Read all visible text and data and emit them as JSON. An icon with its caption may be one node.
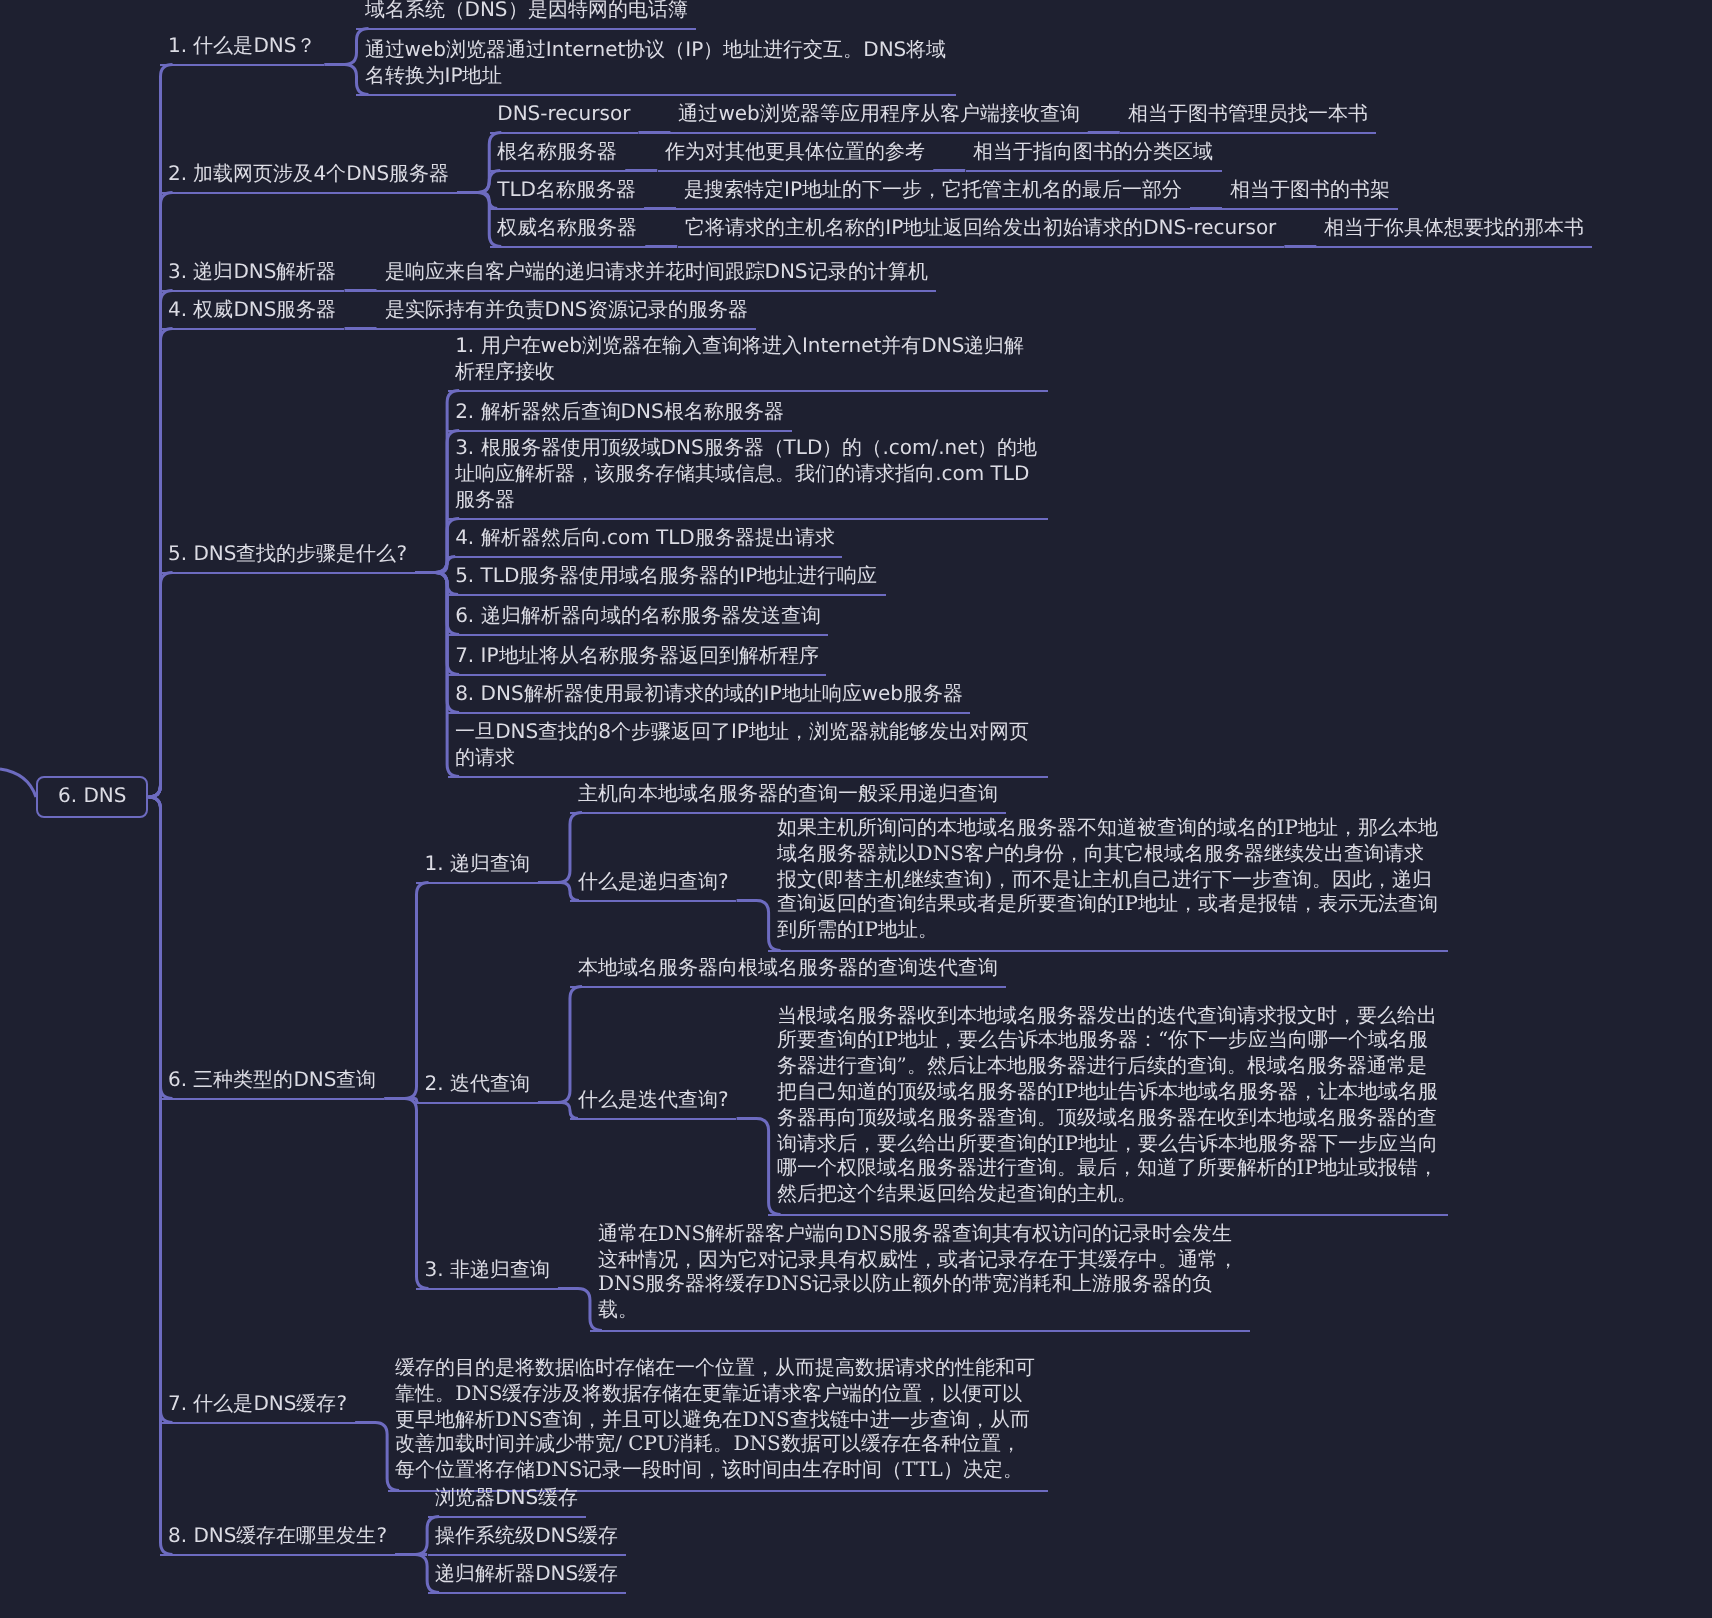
{
  "diagram": {
    "nodes": [
      {
        "text": [
          "6. DNS"
        ]
      },
      {
        "text": [
          "1. 什么是DNS？"
        ]
      },
      {
        "text": [
          "域名系统（DNS）是因特网的电话簿"
        ]
      },
      {
        "text": [
          "通过web浏览器通过Internet协议（IP）地址进行交互。DNS将域名转换为IP地址"
        ]
      },
      {
        "text": [
          "2. 加载网页涉及4个DNS服务器"
        ]
      },
      {
        "text": [
          "DNS-recursor"
        ]
      },
      {
        "text": [
          "通过web浏览器等应用程序从客户端接收查询"
        ]
      },
      {
        "text": [
          "相当于图书管理员找一本书"
        ]
      },
      {
        "text": [
          "根名称服务器"
        ]
      },
      {
        "text": [
          "作为对其他更具体位置的参考"
        ]
      },
      {
        "text": [
          "相当于指向图书的分类区域"
        ]
      },
      {
        "text": [
          "TLD名称服务器"
        ]
      },
      {
        "text": [
          "是搜索特定IP地址的下一步，它托管主机名的最后一部分"
        ]
      },
      {
        "text": [
          "相当于图书的书架"
        ]
      },
      {
        "text": [
          "权威名称服务器"
        ]
      },
      {
        "text": [
          "它将请求的主机名称的IP地址返回给发出初始请求的DNS-recursor"
        ]
      },
      {
        "text": [
          "相当于你具体想要找的那本书"
        ]
      },
      {
        "text": [
          "3. 递归DNS解析器"
        ]
      },
      {
        "text": [
          "是响应来自客户端的递归请求并花时间跟踪DNS记录的计算机"
        ]
      },
      {
        "text": [
          "4. 权威DNS服务器"
        ]
      },
      {
        "text": [
          "是实际持有并负责DNS资源记录的服务器"
        ]
      },
      {
        "text": [
          "5. DNS查找的步骤是什么?"
        ]
      },
      {
        "text": [
          "1. 用户在web浏览器在输入查询将进入Internet并有DNS递归解析程序接收"
        ]
      },
      {
        "text": [
          "2. 解析器然后查询DNS根名称服务器"
        ]
      },
      {
        "text": [
          "3. 根服务器使用顶级域DNS服务器（TLD）的（.com/.net）的地址响应解析器，该服务存储其域信息。我们的请求指向.com TLD服务器"
        ]
      },
      {
        "text": [
          "4. 解析器然后向.com TLD服务器提出请求"
        ]
      },
      {
        "text": [
          "5. TLD服务器使用域名服务器的IP地址进行响应"
        ]
      },
      {
        "text": [
          "6. 递归解析器向域的名称服务器发送查询"
        ]
      },
      {
        "text": [
          "7. IP地址将从名称服务器返回到解析程序"
        ]
      },
      {
        "text": [
          "8. DNS解析器使用最初请求的域的IP地址响应web服务器"
        ]
      },
      {
        "text": [
          "一旦DNS查找的8个步骤返回了IP地址，浏览器就能够发出对网页的请求"
        ]
      },
      {
        "text": [
          "6. 三种类型的DNS查询"
        ]
      },
      {
        "text": [
          "1. 递归查询"
        ]
      },
      {
        "text": [
          "主机向本地域名服务器的查询一般采用递归查询"
        ]
      },
      {
        "text": [
          "什么是递归查询?"
        ]
      },
      {
        "text": [
          "如果主机所询问的本地域名服务器不知道被查询的域名的IP地址，那么本地域名服务器就以DNS客户的身份，向其它根域名服务器继续发出查询请求报文(即替主机继续查询)，而不是让主机自己进行下一步查询。因此，递归查询返回的查询结果或者是所要查询的IP地址，或者是报错，表示无法查询到所需的IP地址。"
        ]
      },
      {
        "text": [
          "2. 迭代查询"
        ]
      },
      {
        "text": [
          "本地域名服务器向根域名服务器的查询迭代查询"
        ]
      },
      {
        "text": [
          "什么是迭代查询?"
        ]
      },
      {
        "text": [
          "当根域名服务器收到本地域名服务器发出的迭代查询请求报文时，要么给出所要查询的IP地址，要么告诉本地服务器：“你下一步应当向哪一个域名服务器进行查询”。然后让本地服务器进行后续的查询。根域名服务器通常是把自己知道的顶级域名服务器的IP地址告诉本地域名服务器，让本地域名服务器再向顶级域名服务器查询。顶级域名服务器在收到本地域名服务器的查询请求后，要么给出所要查询的IP地址，要么告诉本地服务器下一步应当向哪一个权限域名服务器进行查询。最后，知道了所要解析的IP地址或报错，然后把这个结果返回给发起查询的主机。"
        ]
      },
      {
        "text": [
          "3. 非递归查询"
        ]
      },
      {
        "text": [
          "通常在DNS解析器客户端向DNS服务器查询其有权访问的记录时会发生这种情况，因为它对记录具有权威性，或者记录存在于其缓存中。通常，DNS服务器将缓存DNS记录以防止额外的带宽消耗和上游服务器的负载。"
        ]
      },
      {
        "text": [
          "7. 什么是DNS缓存?"
        ]
      },
      {
        "text": [
          "缓存的目的是将数据临时存储在一个位置，从而提高数据请求的性能和可靠性。DNS缓存涉及将数据存储在更靠近请求客户端的位置，以便可以更早地解析DNS查询，并且可以避免在DNS查找链中进一步查询，从而改善加载时间并减少带宽/ CPU消耗。DNS数据可以缓存在各种位置，每个位置将存储DNS记录一段时间，该时间由生存时间（TTL）决定。"
        ]
      },
      {
        "text": [
          "8. DNS缓存在哪里发生?"
        ]
      },
      {
        "text": [
          "浏览器DNS缓存"
        ]
      },
      {
        "text": [
          "操作系统级DNS缓存"
        ]
      },
      {
        "text": [
          "递归解析器DNS缓存"
        ]
      }
    ],
    "edges": [
      {
        "from": null,
        "to": 0,
        "arrow": "none"
      },
      {
        "from": 0,
        "to": 1,
        "arrow": "none"
      },
      {
        "from": 1,
        "to": 2,
        "arrow": "none"
      },
      {
        "from": 1,
        "to": 3,
        "arrow": "none"
      },
      {
        "from": 0,
        "to": 4,
        "arrow": "none"
      },
      {
        "from": 4,
        "to": 5,
        "arrow": "none"
      },
      {
        "from": 5,
        "to": 6,
        "arrow": "none"
      },
      {
        "from": 6,
        "to": 7,
        "arrow": "none"
      },
      {
        "from": 4,
        "to": 8,
        "arrow": "none"
      },
      {
        "from": 8,
        "to": 9,
        "arrow": "none"
      },
      {
        "from": 9,
        "to": 10,
        "arrow": "none"
      },
      {
        "from": 4,
        "to": 11,
        "arrow": "none"
      },
      {
        "from": 11,
        "to": 12,
        "arrow": "none"
      },
      {
        "from": 12,
        "to": 13,
        "arrow": "none"
      },
      {
        "from": 4,
        "to": 14,
        "arrow": "none"
      },
      {
        "from": 14,
        "to": 15,
        "arrow": "none"
      },
      {
        "from": 15,
        "to": 16,
        "arrow": "none"
      },
      {
        "from": 0,
        "to": 17,
        "arrow": "none"
      },
      {
        "from": 17,
        "to": 18,
        "arrow": "none"
      },
      {
        "from": 0,
        "to": 19,
        "arrow": "none"
      },
      {
        "from": 19,
        "to": 20,
        "arrow": "none"
      },
      {
        "from": 0,
        "to": 21,
        "arrow": "none"
      },
      {
        "from": 21,
        "to": 22,
        "arrow": "none"
      },
      {
        "from": 21,
        "to": 23,
        "arrow": "none"
      },
      {
        "from": 21,
        "to": 24,
        "arrow": "none"
      },
      {
        "from": 21,
        "to": 25,
        "arrow": "none"
      },
      {
        "from": 21,
        "to": 26,
        "arrow": "none"
      },
      {
        "from": 21,
        "to": 27,
        "arrow": "none"
      },
      {
        "from": 21,
        "to": 28,
        "arrow": "none"
      },
      {
        "from": 21,
        "to": 29,
        "arrow": "none"
      },
      {
        "from": 21,
        "to": 30,
        "arrow": "none"
      },
      {
        "from": 0,
        "to": 31,
        "arrow": "none"
      },
      {
        "from": 31,
        "to": 32,
        "arrow": "none"
      },
      {
        "from": 32,
        "to": 33,
        "arrow": "none"
      },
      {
        "from": 32,
        "to": 34,
        "arrow": "none"
      },
      {
        "from": 34,
        "to": 35,
        "arrow": "none"
      },
      {
        "from": 31,
        "to": 36,
        "arrow": "none"
      },
      {
        "from": 36,
        "to": 37,
        "arrow": "none"
      },
      {
        "from": 36,
        "to": 38,
        "arrow": "none"
      },
      {
        "from": 38,
        "to": 39,
        "arrow": "none"
      },
      {
        "from": 31,
        "to": 40,
        "arrow": "none"
      },
      {
        "from": 40,
        "to": 41,
        "arrow": "none"
      },
      {
        "from": 0,
        "to": 42,
        "arrow": "none"
      },
      {
        "from": 42,
        "to": 43,
        "arrow": "none"
      },
      {
        "from": 0,
        "to": 44,
        "arrow": "none"
      },
      {
        "from": 44,
        "to": 45,
        "arrow": "none"
      },
      {
        "from": 44,
        "to": 46,
        "arrow": "none"
      },
      {
        "from": 44,
        "to": 47,
        "arrow": "none"
      }
    ]
  }
}
